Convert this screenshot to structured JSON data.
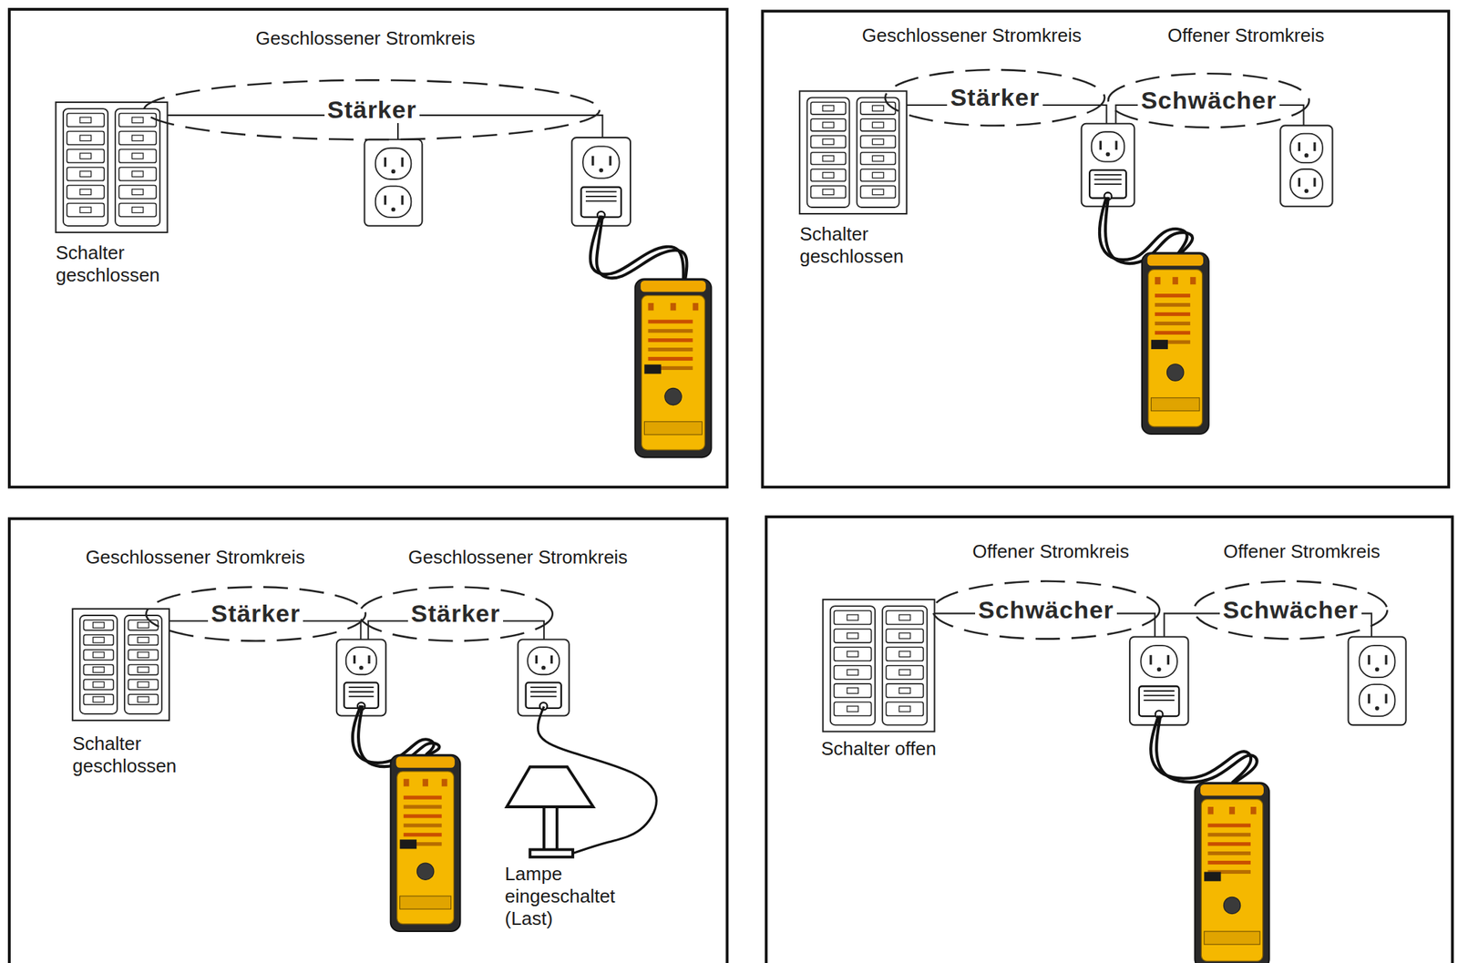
{
  "diagram": {
    "nodes": [
      {
        "text": [
          "Geschlossener Stromkreis",
          "Stärker"
        ]
      },
      {
        "text": [
          "Geschlossener Stromkreis",
          "Stärker"
        ]
      },
      {
        "text": [
          "Offener Stromkreis",
          "Schwächer"
        ]
      },
      {
        "text": [
          "Geschlossener Stromkreis",
          "Stärker"
        ]
      },
      {
        "text": [
          "Geschlossener Stromkreis",
          "Stärker"
        ]
      },
      {
        "text": [
          "Offener Stromkreis",
          "Schwächer"
        ]
      },
      {
        "text": [
          "Offener Stromkreis",
          "Schwächer"
        ]
      }
    ],
    "labels": [
      "Schalter geschlossen",
      "Schalter geschlossen",
      "Schalter geschlossen",
      "Lampe eingeschaltet (Last)",
      "Schalter offen"
    ]
  }
}
